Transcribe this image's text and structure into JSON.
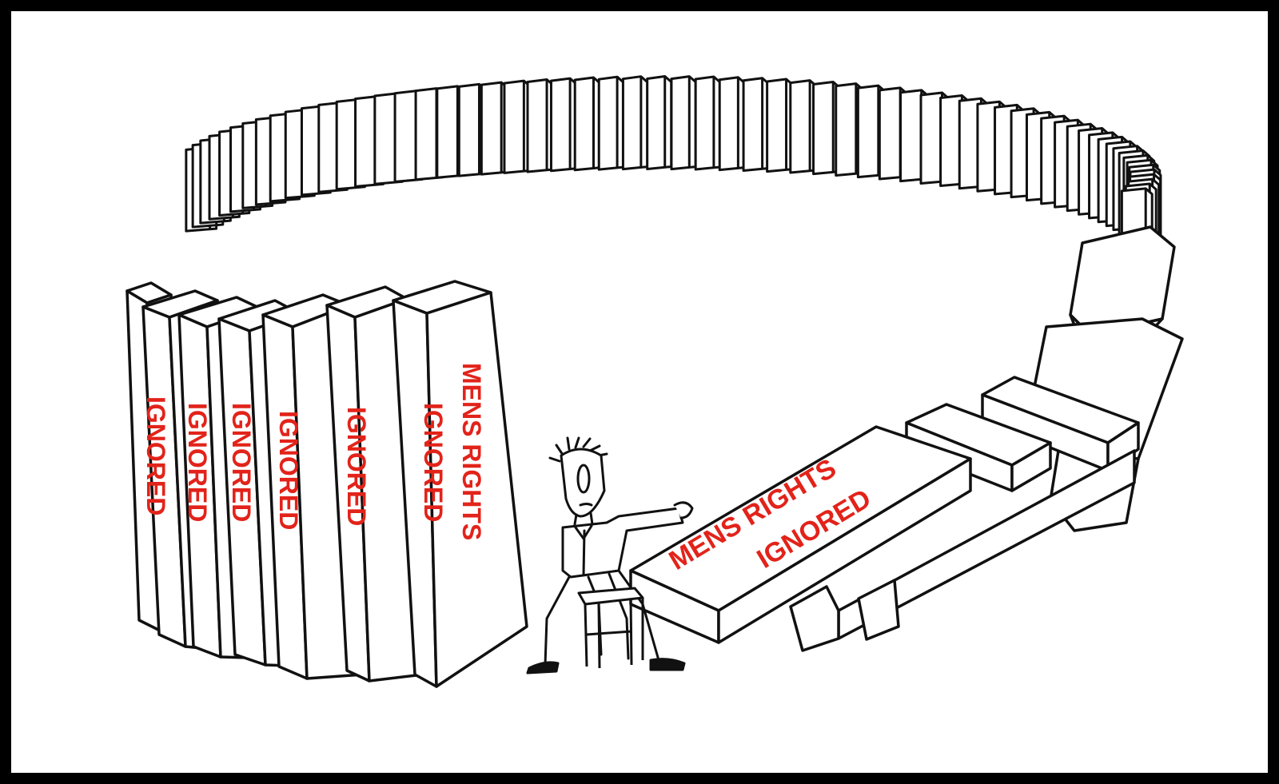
{
  "cartoon": {
    "standing_domino_labels": [
      "IGNORED",
      "IGNORED",
      "IGNORED",
      "IGNORED",
      "IGNORED",
      "IGNORED"
    ],
    "front_domino_label": {
      "line1": "MENS RIGHTS",
      "line2": "IGNORED"
    },
    "fallen_domino_label": {
      "line1": "MENS RIGHTS",
      "line2": "IGNORED"
    }
  },
  "colors": {
    "label": "#e2231a",
    "ink": "#111111",
    "border": "#000000",
    "background": "#ffffff"
  },
  "icons": [
    "stick-figure-man",
    "stool"
  ]
}
